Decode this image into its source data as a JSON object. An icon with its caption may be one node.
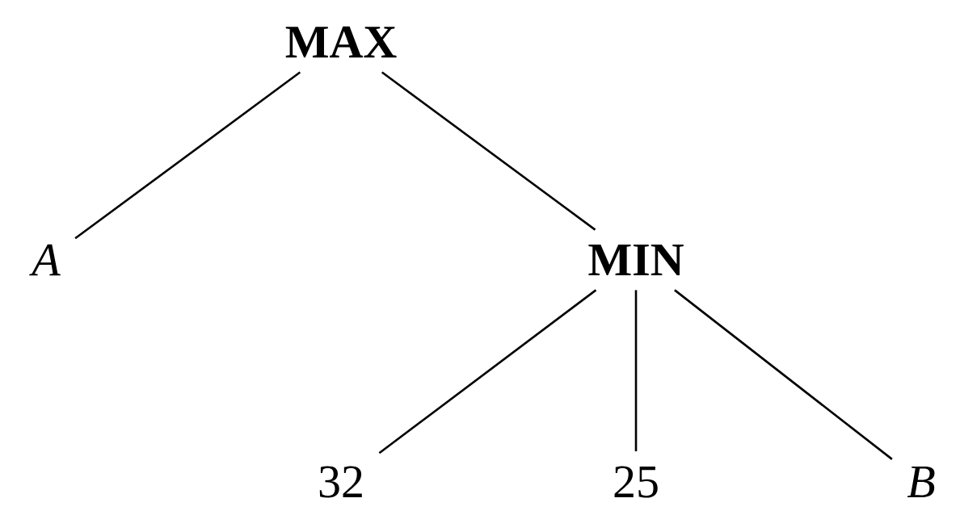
{
  "diagram": {
    "nodes": [
      {
        "text": [
          "MAX"
        ]
      },
      {
        "text": [
          "A"
        ]
      },
      {
        "text": [
          "MIN"
        ]
      },
      {
        "text": [
          "32"
        ]
      },
      {
        "text": [
          "25"
        ]
      },
      {
        "text": [
          "B"
        ]
      }
    ],
    "edges": [
      {
        "from": 0,
        "to": 1,
        "arrow": "none"
      },
      {
        "from": 0,
        "to": 2,
        "arrow": "none"
      },
      {
        "from": 2,
        "to": 3,
        "arrow": "none"
      },
      {
        "from": 2,
        "to": 4,
        "arrow": "none"
      },
      {
        "from": 2,
        "to": 5,
        "arrow": "none"
      }
    ]
  }
}
